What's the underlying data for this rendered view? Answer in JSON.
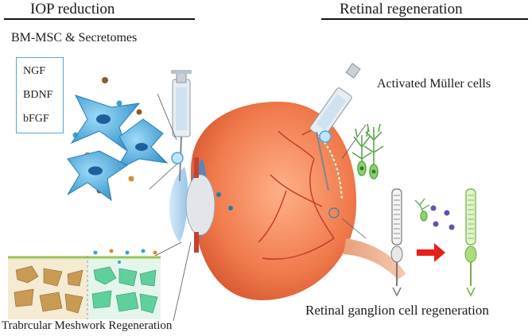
{
  "headings": {
    "left": "IOP reduction",
    "right": "Retinal regeneration"
  },
  "labels": {
    "bm_msc": "BM-MSC & Secretomes",
    "factors": [
      "NGF",
      "BDNF",
      "bFGF"
    ],
    "muller": "Activated Müller cells",
    "rgc": "Retinal ganglion cell regeneration",
    "trabecular": "Trabrcular Meshwork Regeneration"
  },
  "colors": {
    "msc_cell": "#4aa8d8",
    "eye_sclera": "#f28a5a",
    "retina_red": "#e8523a",
    "tm_damaged": "#c99a52",
    "tm_regenerated": "#5fcf9c",
    "muller_cell": "#8ed36a",
    "arrow": "#e8201a",
    "factor_box_border": "#5aa0d8"
  }
}
